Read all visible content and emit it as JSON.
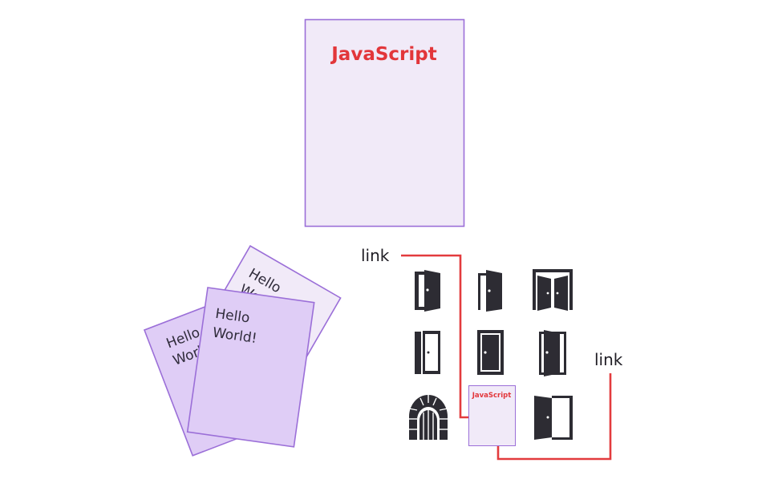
{
  "big_document": {
    "title": "JavaScript"
  },
  "small_document": {
    "title": "JavaScript"
  },
  "stacked_pages": {
    "back_line1": "Hello",
    "back_line2": "World!",
    "middle_line1": "Hello",
    "middle_line2": "World!",
    "front_line1": "Hello",
    "front_line2": "World!"
  },
  "links": {
    "left_label": "link",
    "right_label": "link"
  },
  "doors": {
    "icons": [
      "single-door-icon",
      "open-door-icon",
      "double-door-icon",
      "ajar-door-icon",
      "closed-door-icon",
      "half-open-door-icon",
      "arched-stone-door-icon",
      "javascript-document",
      "wide-open-door-icon"
    ]
  },
  "colors": {
    "doc_fill": "#f1eaf8",
    "doc_stroke": "#9b6fd8",
    "page_fill_dark": "#dfcdf6",
    "title_red": "#e2363a",
    "link_red": "#e33b3e",
    "door_dark": "#2d2c33"
  }
}
